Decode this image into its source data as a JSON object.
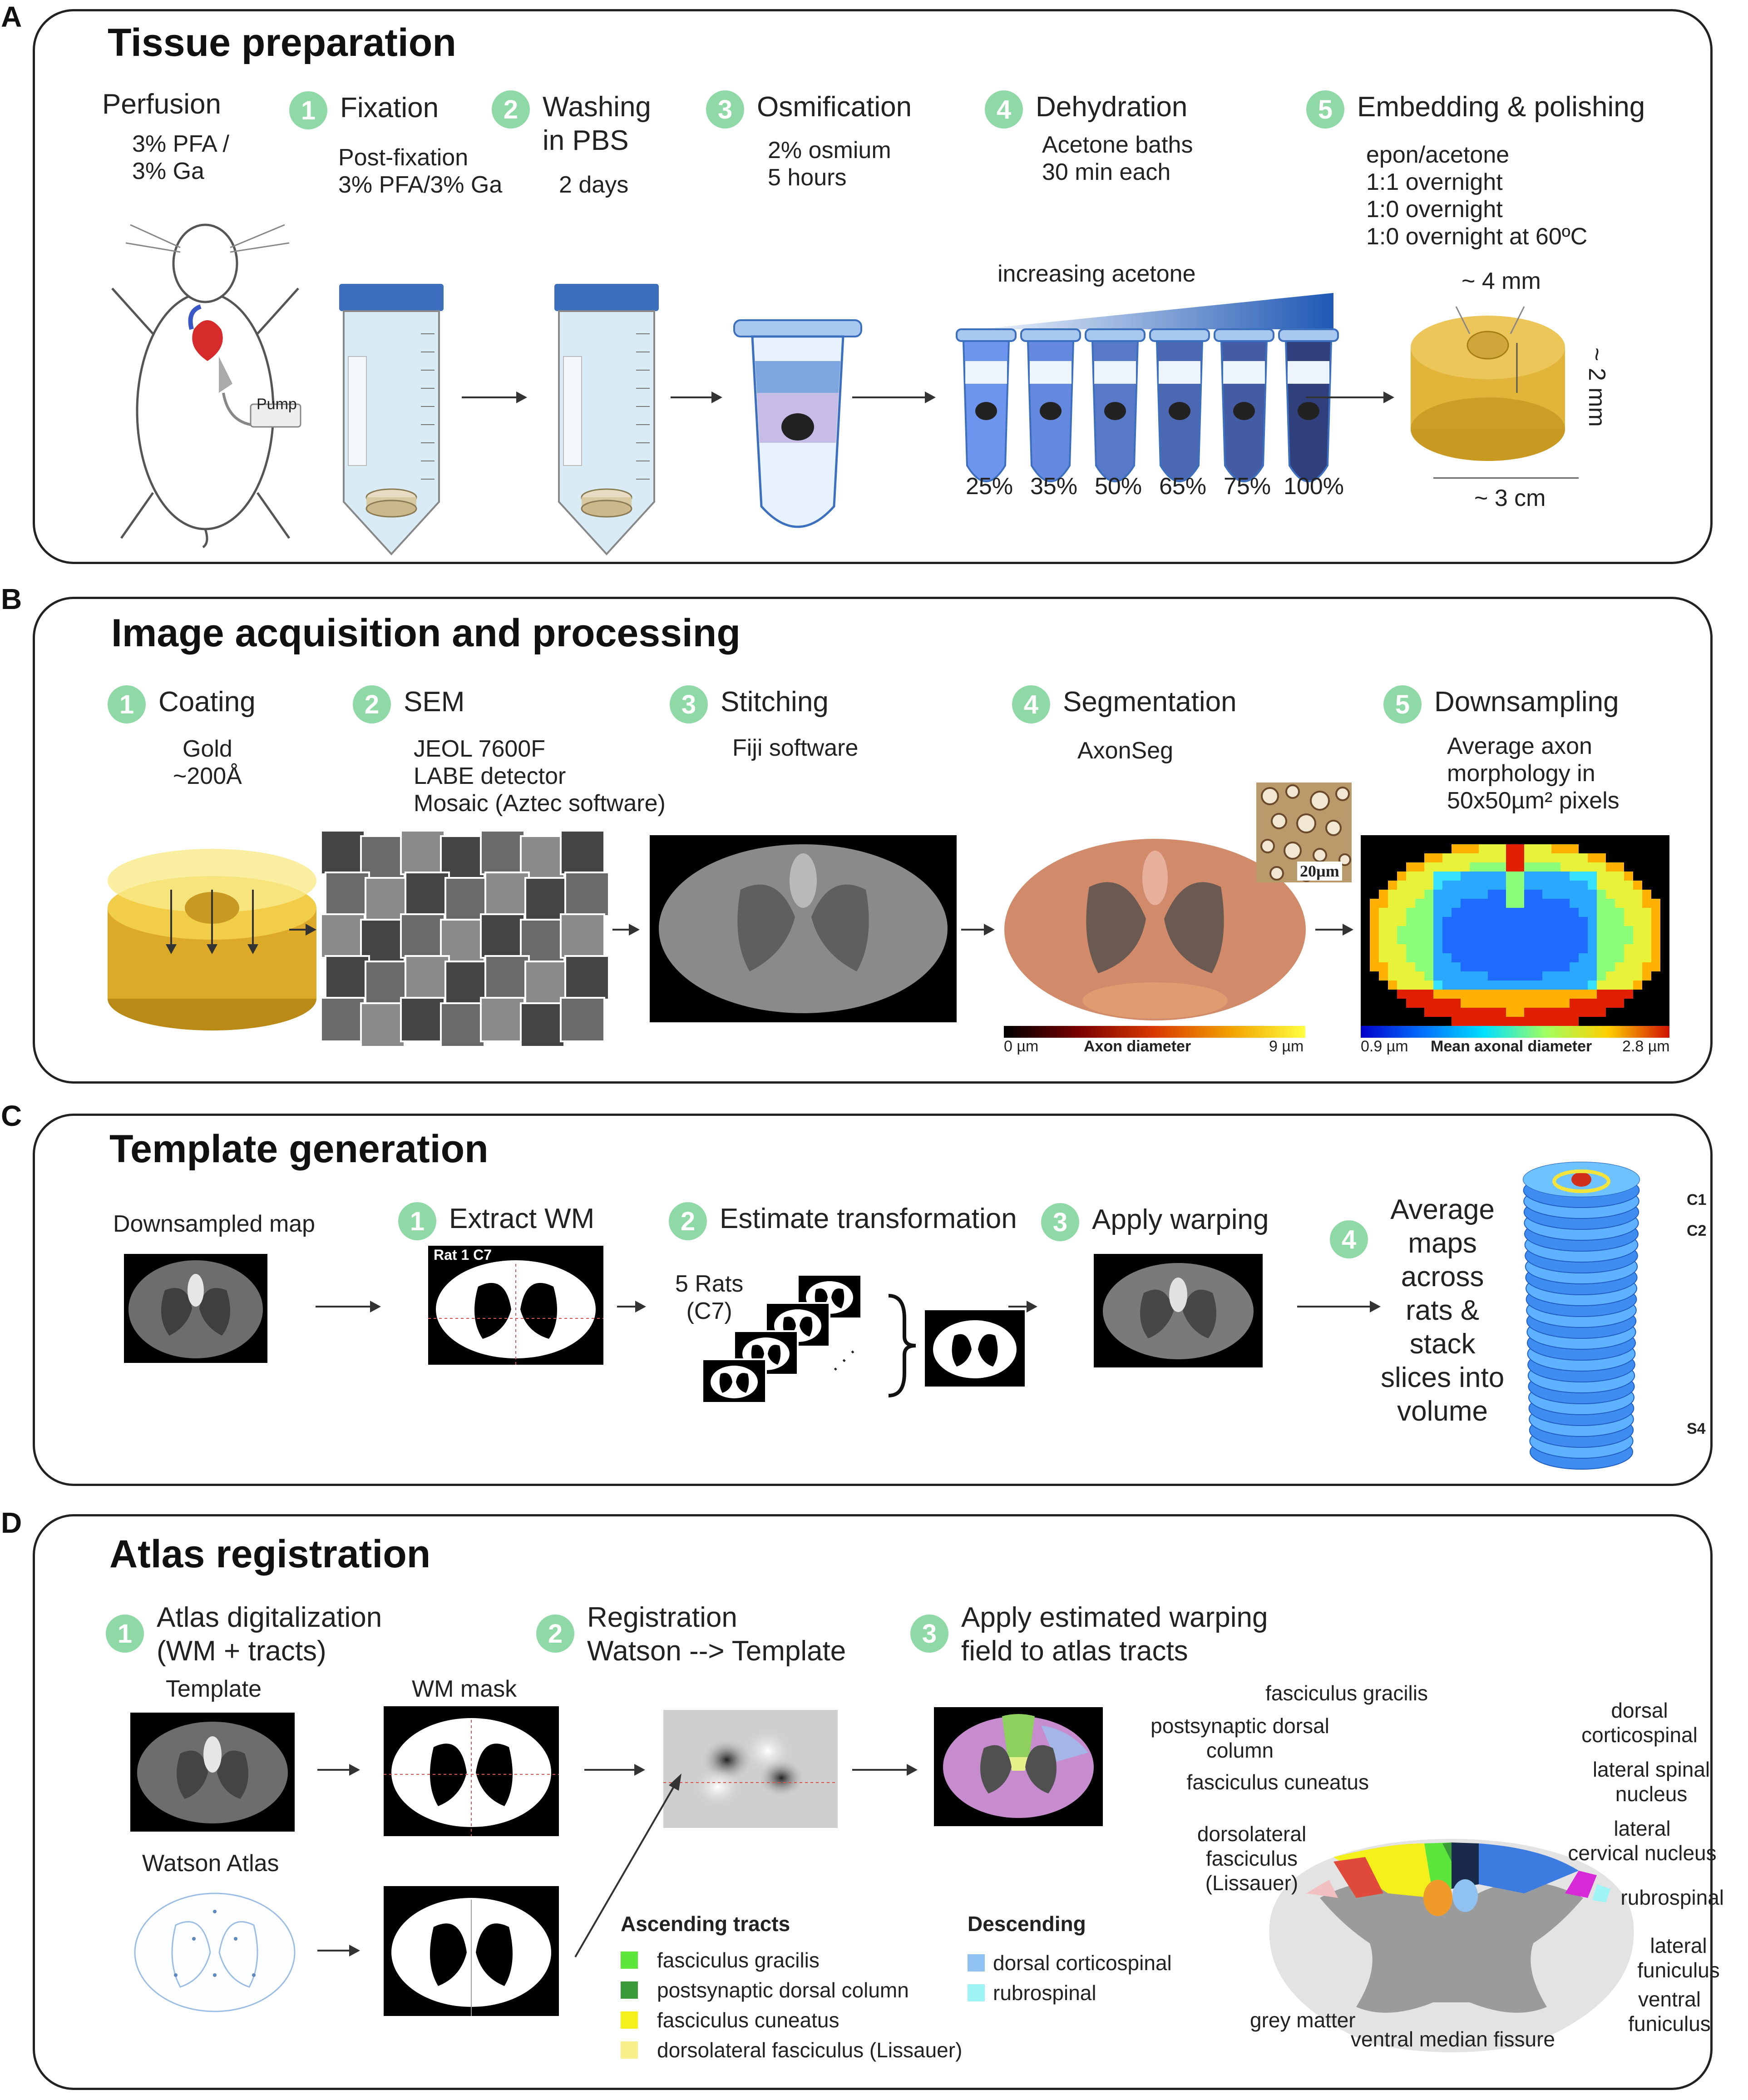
{
  "colors": {
    "badge": "#8fd9a7",
    "gold": "#e1b43a",
    "gold_dark": "#b98a16",
    "tube_blue": "#3c6fbd",
    "green_light": "#5ce63c",
    "green_dark": "#3a9a3a",
    "yellow": "#f4f01c",
    "yellow_light": "#f7f08a",
    "blue_light": "#8fc2f0",
    "cyan_light": "#9ff4f6"
  },
  "panels": {
    "a": {
      "letter": "A",
      "title": "Tissue preparation",
      "perfusion": {
        "label": "Perfusion",
        "detail": "3% PFA /\n3% Ga",
        "pump": "Pump"
      },
      "steps": [
        {
          "num": "1",
          "label": "Fixation",
          "detail": "Post-fixation\n3% PFA/3% Ga"
        },
        {
          "num": "2",
          "label": "Washing\nin PBS",
          "detail": "2 days"
        },
        {
          "num": "3",
          "label": "Osmification",
          "detail": "2% osmium\n5 hours"
        },
        {
          "num": "4",
          "label": "Dehydration",
          "detail": "Acetone baths\n30 min each"
        },
        {
          "num": "5",
          "label": "Embedding & polishing",
          "detail": "epon/acetone\n1:1 overnight\n1:0 overnight\n1:0 overnight at 60ºC"
        }
      ],
      "acetone_label": "increasing acetone",
      "acetone_percents": [
        {
          "label": "25%",
          "level": 0.25
        },
        {
          "label": "35%",
          "level": 0.35
        },
        {
          "label": "50%",
          "level": 0.5
        },
        {
          "label": "65%",
          "level": 0.65
        },
        {
          "label": "75%",
          "level": 0.75
        },
        {
          "label": "100%",
          "level": 1.0
        }
      ],
      "dims": {
        "top": "~ 4 mm",
        "height": "~ 2 mm",
        "width": "~ 3 cm"
      }
    },
    "b": {
      "letter": "B",
      "title": "Image acquisition and processing",
      "steps": [
        {
          "num": "1",
          "label": "Coating",
          "detail": "Gold\n~200Å"
        },
        {
          "num": "2",
          "label": "SEM",
          "detail": "JEOL 7600F\nLABE detector\nMosaic (Aztec software)"
        },
        {
          "num": "3",
          "label": "Stitching",
          "detail": "Fiji software"
        },
        {
          "num": "4",
          "label": "Segmentation",
          "detail": "AxonSeg"
        },
        {
          "num": "5",
          "label": "Downsampling",
          "detail": "Average axon\nmorphology in\n50x50µm² pixels"
        }
      ],
      "scalebar": "20µm",
      "colorbar1": {
        "min": "0 µm",
        "title": "Axon  diameter",
        "max": "9 µm"
      },
      "colorbar2": {
        "min": "0.9 µm",
        "title": "Mean axonal diameter",
        "max": "2.8 µm"
      }
    },
    "c": {
      "letter": "C",
      "title": "Template generation",
      "downsampled_label": "Downsampled map",
      "steps": [
        {
          "num": "1",
          "label": "Extract WM"
        },
        {
          "num": "2",
          "label": "Estimate transformation"
        },
        {
          "num": "3",
          "label": "Apply warping"
        },
        {
          "num": "4",
          "label": "Average\nmaps\nacross\nrats &\nstack\nslices into\nvolume"
        }
      ],
      "rat_label": "Rat 1 C7",
      "rats_label": "5 Rats\n(C7)",
      "dots": ". . .",
      "levels": [
        "C1",
        "C2",
        "S4"
      ]
    },
    "d": {
      "letter": "D",
      "title": "Atlas registration",
      "steps": [
        {
          "num": "1",
          "label": "Atlas digitalization\n(WM + tracts)"
        },
        {
          "num": "2",
          "label": "Registration\nWatson --> Template"
        },
        {
          "num": "3",
          "label": "Apply estimated warping\nfield to atlas tracts"
        }
      ],
      "template_label": "Template",
      "wm_mask_label": "WM mask",
      "watson_label": "Watson Atlas",
      "legend": {
        "ascending_title": "Ascending tracts",
        "ascending": [
          {
            "label": "fasciculus gracilis",
            "color": "#5ce63c"
          },
          {
            "label": "postsynaptic dorsal column",
            "color": "#3a9a3a"
          },
          {
            "label": "fasciculus cuneatus",
            "color": "#f4f01c"
          },
          {
            "label": "dorsolateral fasciculus (Lissauer)",
            "color": "#f7f08a"
          }
        ],
        "descending_title": "Descending",
        "descending": [
          {
            "label": "dorsal corticospinal",
            "color": "#8fc2f0"
          },
          {
            "label": "rubrospinal",
            "color": "#9ff4f6"
          }
        ]
      },
      "labels": {
        "fasciculus_gracilis": "fasciculus gracilis",
        "postsynaptic": "postsynaptic dorsal\ncolumn",
        "fasciculus_cuneatus": "fasciculus cuneatus",
        "dorsolateral": "dorsolateral\nfasciculus\n(Lissauer)",
        "dorsal_corticospinal": "dorsal\ncorticospinal",
        "lateral_spinal": "lateral spinal\nnucleus",
        "lateral_cervical": "lateral\ncervical nucleus",
        "rubrospinal": "rubrospinal",
        "lateral_funiculus": "lateral\nfuniculus",
        "ventral_funiculus": "ventral\nfuniculus",
        "grey_matter": "grey matter",
        "ventral_median": "ventral median fissure"
      }
    }
  }
}
